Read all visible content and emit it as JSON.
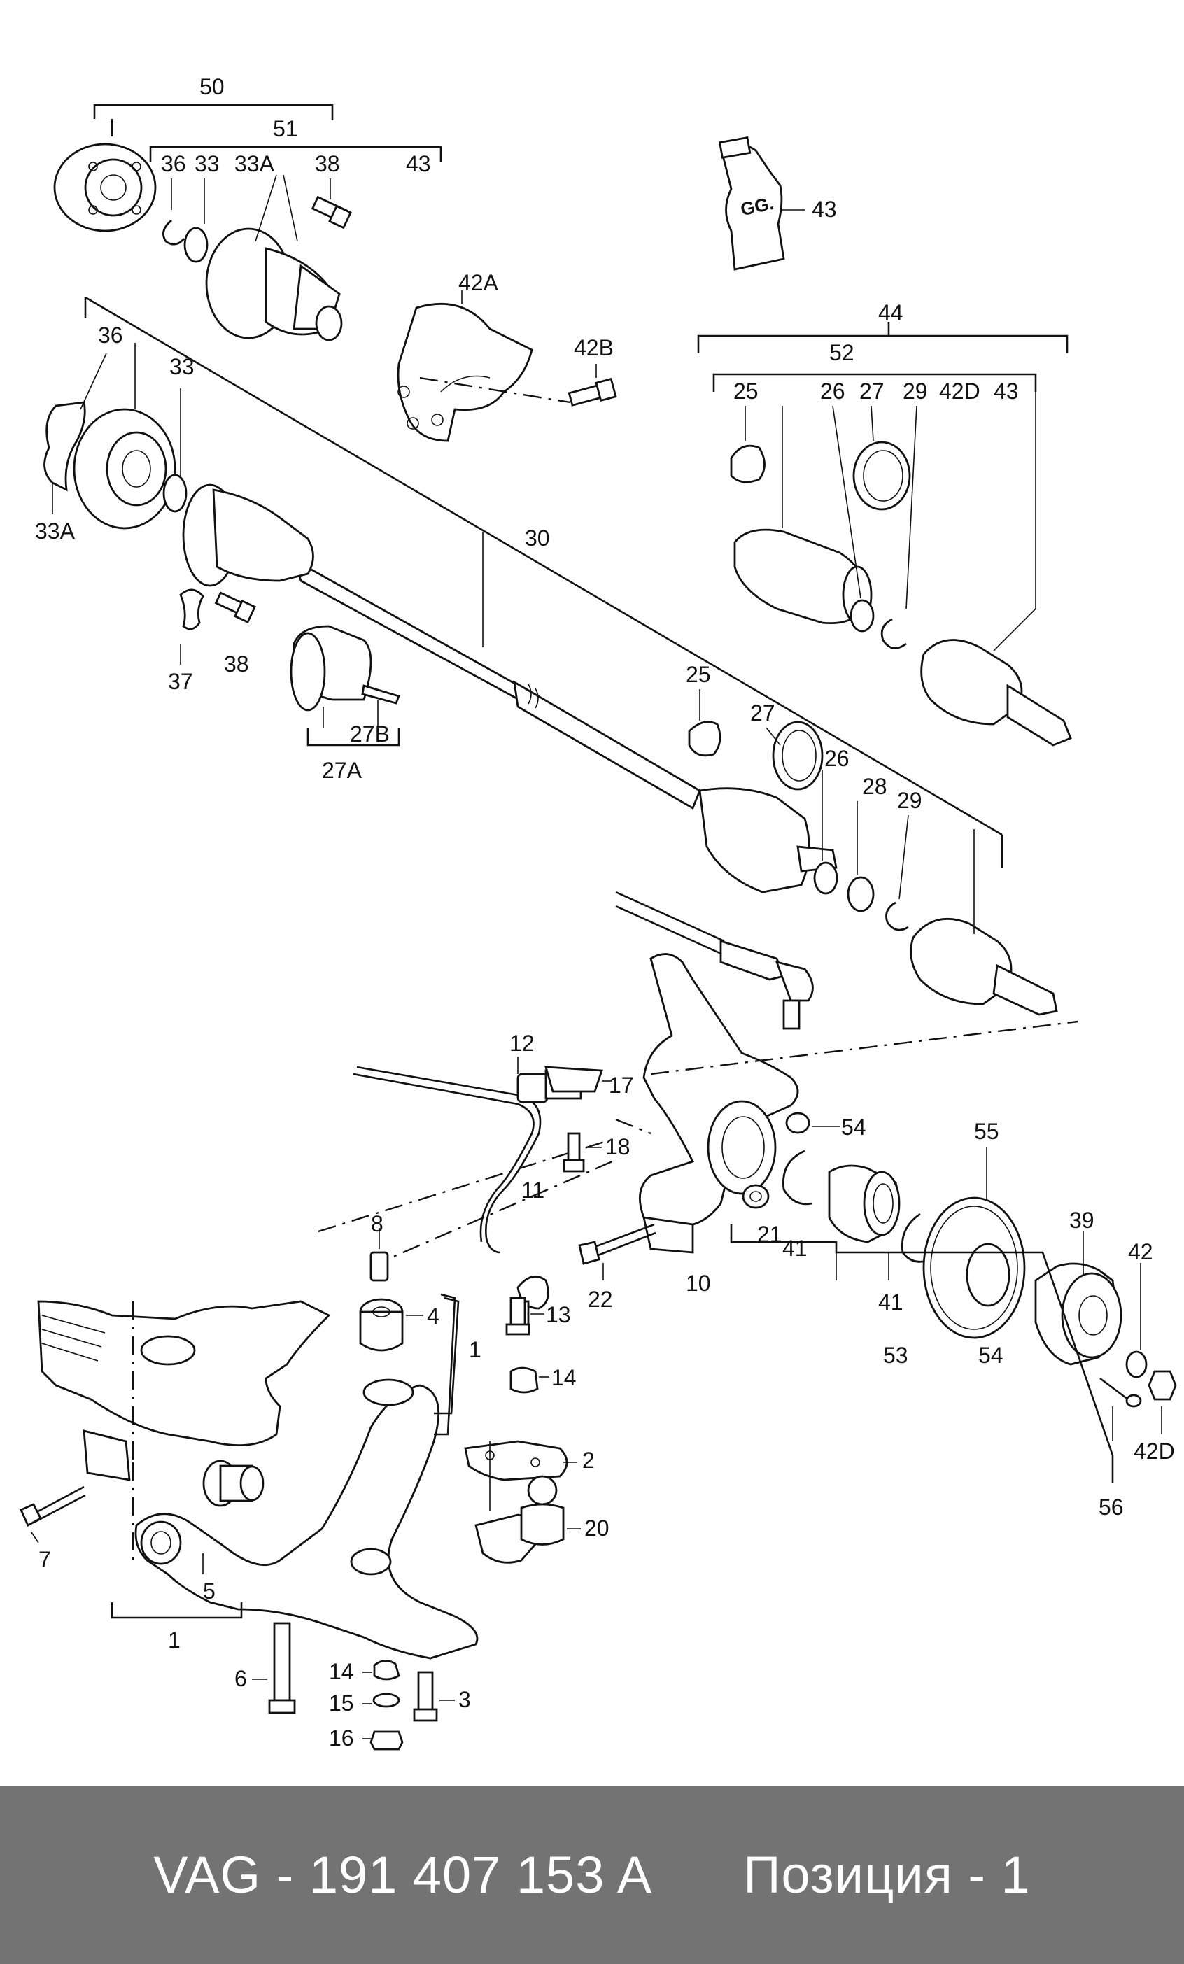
{
  "diagram": {
    "callouts": {
      "c50": "50",
      "c51": "51",
      "c36a": "36",
      "c33a": "33",
      "c33A_a": "33A",
      "c38a": "38",
      "c43a": "43",
      "c43b": "43",
      "c42A": "42A",
      "c42B": "42B",
      "c44": "44",
      "c52": "52",
      "c25a": "25",
      "c26a": "26",
      "c27a": "27",
      "c29a": "29",
      "c42D_a": "42D",
      "c43c": "43",
      "c36b": "36",
      "c33b": "33",
      "c33A_b": "33A",
      "c30": "30",
      "c37": "37",
      "c38b": "38",
      "c27B": "27B",
      "c27A": "27A",
      "c25b": "25",
      "c27b": "27",
      "c26b": "26",
      "c28": "28",
      "c29b": "29",
      "c12": "12",
      "c17": "17",
      "c18": "18",
      "c11": "11",
      "c54a": "54",
      "c55": "55",
      "c39": "39",
      "c42": "42",
      "c8": "8",
      "c4": "4",
      "c1a": "1",
      "c13": "13",
      "c14a": "14",
      "c22": "22",
      "c10": "10",
      "c21": "21",
      "c41a": "41",
      "c41b": "41",
      "c53": "53",
      "c54b": "54",
      "c42D_b": "42D",
      "c56": "56",
      "c7": "7",
      "c5": "5",
      "c1b": "1",
      "c2": "2",
      "c20": "20",
      "c6": "6",
      "c14b": "14",
      "c15": "15",
      "c16": "16",
      "c3": "3",
      "tube": "GG."
    }
  },
  "footer": {
    "part_number": "VAG - 191 407 153 A",
    "position": "Позиция - 1"
  }
}
